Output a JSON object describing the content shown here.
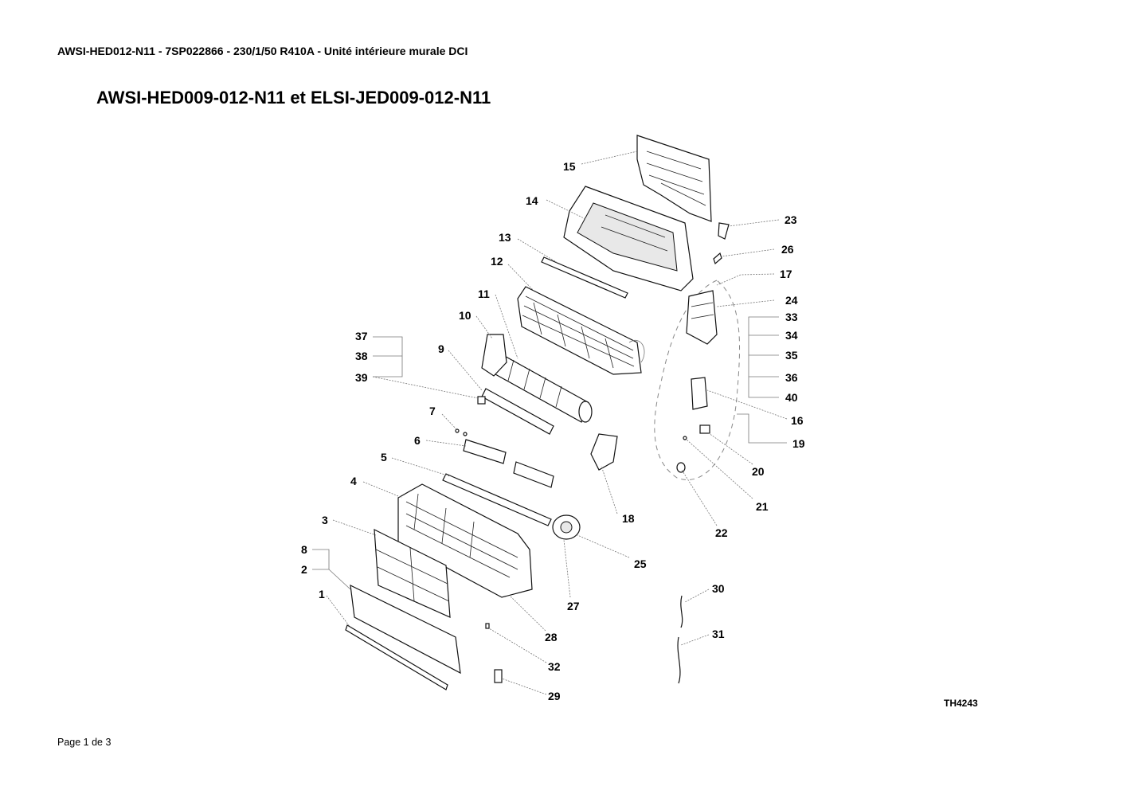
{
  "header": {
    "text": "AWSI-HED012-N11 - 7SP022866 - 230/1/50 R410A - Unité intérieure murale DCI"
  },
  "title": {
    "text": "AWSI-HED009-012-N11 et ELSI-JED009-012-N11"
  },
  "footer": {
    "page": "Page 1 de 3"
  },
  "drawing_ref": "TH4243",
  "callouts": {
    "c1": "1",
    "c2": "2",
    "c3": "3",
    "c4": "4",
    "c5": "5",
    "c6": "6",
    "c7": "7",
    "c8": "8",
    "c9": "9",
    "c10": "10",
    "c11": "11",
    "c12": "12",
    "c13": "13",
    "c14": "14",
    "c15": "15",
    "c16": "16",
    "c17": "17",
    "c18": "18",
    "c19": "19",
    "c20": "20",
    "c21": "21",
    "c22": "22",
    "c23": "23",
    "c24": "24",
    "c25": "25",
    "c26": "26",
    "c27": "27",
    "c28": "28",
    "c29": "29",
    "c30": "30",
    "c31": "31",
    "c32": "32",
    "c33": "33",
    "c34": "34",
    "c35": "35",
    "c36": "36",
    "c37": "37",
    "c38": "38",
    "c39": "39",
    "c40": "40"
  }
}
